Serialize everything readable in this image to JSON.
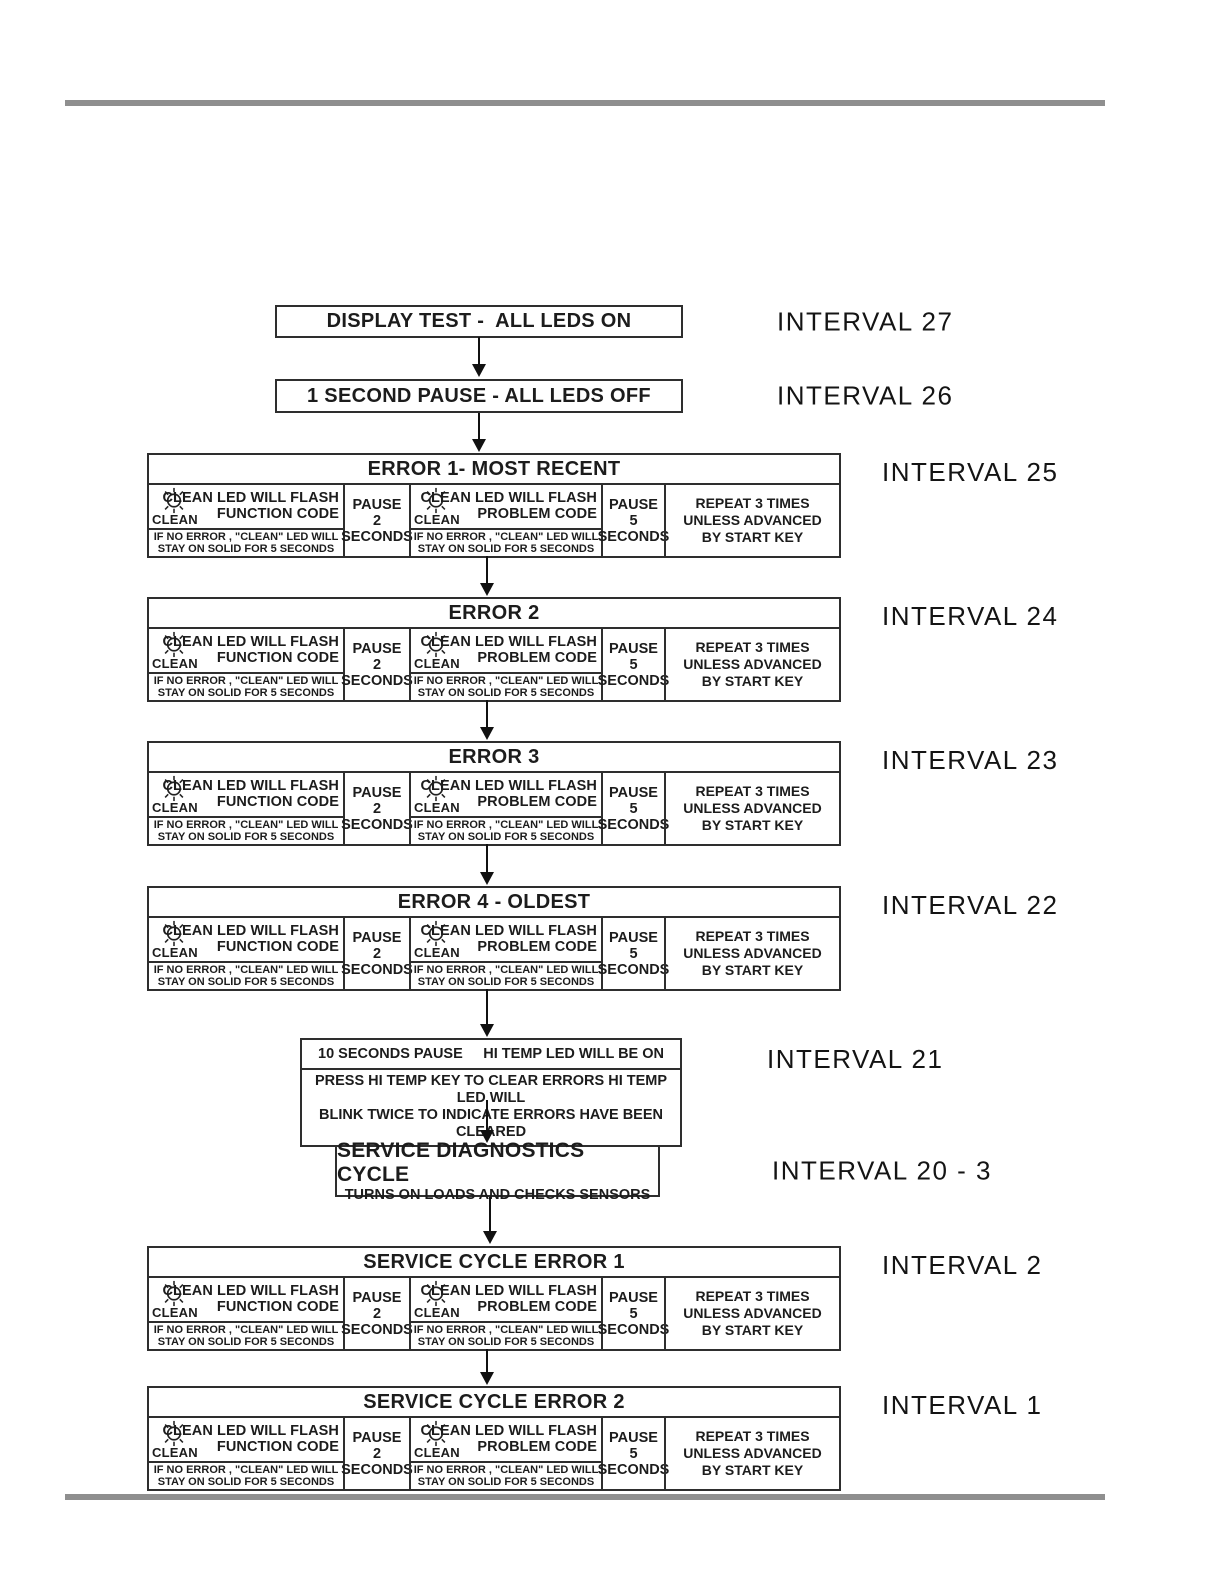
{
  "common": {
    "clean_label": "CLEAN",
    "flash_line": "CLEAN LED WILL FLASH",
    "function_line": "FUNCTION CODE",
    "problem_line": "PROBLEM CODE",
    "pause_word": "PAUSE",
    "pause_2": "2",
    "pause_5": "5",
    "seconds_word": "SECONDS",
    "no_error_line1": "IF NO ERROR , \"CLEAN\" LED WILL",
    "no_error_line2": "STAY ON SOLID FOR 5 SECONDS",
    "repeat_line1": "REPEAT 3 TIMES",
    "repeat_line2": "UNLESS ADVANCED",
    "repeat_line3": "BY START KEY"
  },
  "simple_boxes": {
    "display_test": {
      "label": "DISPLAY TEST -  ALL LEDS ON",
      "interval": "INTERVAL 27"
    },
    "one_second_pause": {
      "label": "1 SECOND PAUSE - ALL LEDS OFF",
      "interval": "INTERVAL 26"
    }
  },
  "pause_box": {
    "left": "10 SECONDS PAUSE",
    "right": "HI TEMP LED WILL BE ON",
    "note_line1": "PRESS HI TEMP KEY TO CLEAR ERRORS HI TEMP LED WILL",
    "note_line2": "BLINK TWICE TO INDICATE ERRORS HAVE BEEN CLEARED",
    "interval": "INTERVAL 21"
  },
  "service_diag": {
    "title": "SERVICE DIAGNOSTICS CYCLE",
    "subtitle": "TURNS ON LOADS AND CHECKS SENSORS",
    "interval": "INTERVAL 20 - 3"
  },
  "error_boxes": [
    {
      "title": "ERROR 1- MOST RECENT",
      "interval": "INTERVAL 25"
    },
    {
      "title": "ERROR 2",
      "interval": "INTERVAL 24"
    },
    {
      "title": "ERROR 3",
      "interval": "INTERVAL 23"
    },
    {
      "title": "ERROR 4 - OLDEST",
      "interval": "INTERVAL 22"
    },
    {
      "title": "SERVICE CYCLE ERROR 1",
      "interval": "INTERVAL 2"
    },
    {
      "title": "SERVICE CYCLE ERROR 2",
      "interval": "INTERVAL 1"
    }
  ],
  "colors": {
    "rule_gray": "#8f8f8f",
    "ink": "#1c1c1c"
  }
}
